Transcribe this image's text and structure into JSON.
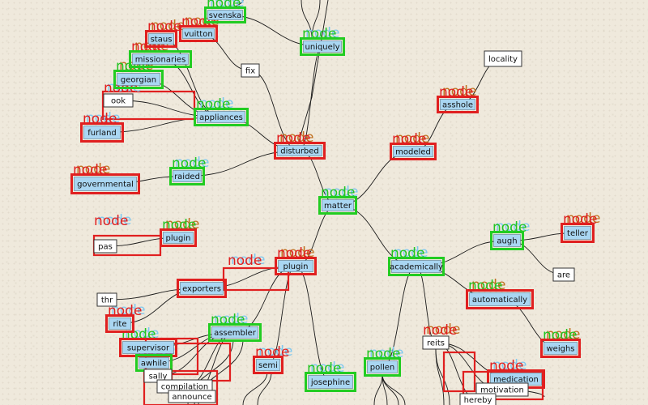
{
  "colors": {
    "edge": "#1a1a1a",
    "node_fill": "#a9d6f2",
    "plain_fill": "#ffffff",
    "red_box": "#e02020",
    "green_box": "#22cc22",
    "caption_red": "#e02020",
    "caption_green": "#22c422",
    "caption_blue": "#7ec8f0",
    "caption_orange": "#c07020"
  },
  "labels": {
    "caption": "node",
    "words": {
      "svenska": "svenska",
      "vuitton": "vuitton",
      "staus": "staus",
      "missionaries": "missionaries",
      "georgian": "georgian",
      "ook": "ook",
      "furland": "furland",
      "governmental": "governmental",
      "raided": "raided",
      "appliances": "appliances",
      "fix": "fix",
      "uniquely": "uniquely",
      "disturbed": "disturbed",
      "matter": "matter",
      "modeled": "modeled",
      "asshole": "asshole",
      "locality": "locality",
      "plugin": "plugin",
      "pas": "pas",
      "exporters": "exporters",
      "plugin2": "plugin",
      "thr": "thr",
      "rite": "rite",
      "assembler": "assembler",
      "supervisor": "supervisor",
      "awhile": "awhile",
      "sally": "sally",
      "compilation": "compilation",
      "announce": "announce",
      "semi": "semi",
      "josephine": "josephine",
      "pollen": "pollen",
      "academically": "academically",
      "augh": "augh",
      "teller": "teller",
      "are": "are",
      "automatically": "automatically",
      "weighs": "weighs",
      "reits": "reits",
      "medication": "medication",
      "motivation": "motivation",
      "hereby": "hereby"
    }
  }
}
